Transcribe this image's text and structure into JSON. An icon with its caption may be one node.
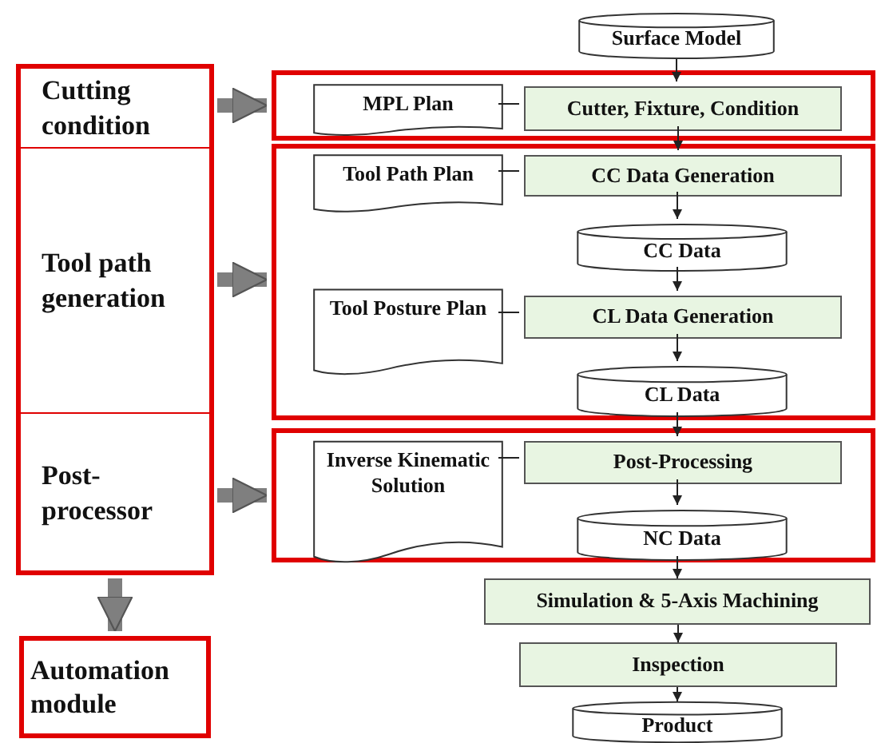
{
  "diagram": {
    "nodes": [
      {
        "text": [
          "Cutting condition"
        ]
      },
      {
        "text": [
          "Tool path generation"
        ]
      },
      {
        "text": [
          "Post- processor"
        ]
      },
      {
        "text": [
          "Automation module"
        ]
      },
      {
        "text": [
          "Surface Model"
        ]
      },
      {
        "text": [],
        "shape": "box"
      },
      {
        "text": [
          "MPL Plan"
        ],
        "in": 5
      },
      {
        "text": [
          "Cutter, Fixture, Condition"
        ],
        "in": 5
      },
      {
        "text": [],
        "shape": "box"
      },
      {
        "text": [
          "Tool Path Plan"
        ],
        "in": 8
      },
      {
        "text": [
          "CC Data Generation"
        ],
        "in": 8
      },
      {
        "text": [
          "CC Data"
        ],
        "in": 8
      },
      {
        "text": [
          "Tool Posture Plan"
        ],
        "in": 8
      },
      {
        "text": [
          "CL Data Generation"
        ],
        "in": 8
      },
      {
        "text": [
          "CL Data"
        ],
        "in": 8
      },
      {
        "text": [],
        "shape": "box"
      },
      {
        "text": [
          "Inverse Kinematic Solution"
        ],
        "in": 15
      },
      {
        "text": [
          "Post-Processing"
        ],
        "in": 15
      },
      {
        "text": [
          "NC Data"
        ],
        "in": 15
      },
      {
        "text": [
          "Simulation & 5-Axis Machining"
        ]
      },
      {
        "text": [
          "Inspection"
        ]
      },
      {
        "text": [
          "Product"
        ]
      }
    ],
    "edges": [
      {
        "from": 0,
        "to": 5,
        "arrow": "to",
        "style": "thick",
        "color": "#7f7f7f"
      },
      {
        "from": 1,
        "to": 8,
        "arrow": "to",
        "style": "thick",
        "color": "#7f7f7f"
      },
      {
        "from": 2,
        "to": 15,
        "arrow": "to",
        "style": "thick",
        "color": "#7f7f7f"
      },
      {
        "from": 2,
        "to": 3,
        "arrow": "to",
        "style": "thick",
        "color": "#7f7f7f"
      },
      {
        "from": 4,
        "to": 7,
        "arrow": "to"
      },
      {
        "from": 6,
        "to": 7,
        "arrow": "none"
      },
      {
        "from": 7,
        "to": 10,
        "arrow": "to"
      },
      {
        "from": 9,
        "to": 10,
        "arrow": "none"
      },
      {
        "from": 10,
        "to": 11,
        "arrow": "to"
      },
      {
        "from": 11,
        "to": 13,
        "arrow": "to"
      },
      {
        "from": 12,
        "to": 13,
        "arrow": "none"
      },
      {
        "from": 13,
        "to": 14,
        "arrow": "to"
      },
      {
        "from": 14,
        "to": 17,
        "arrow": "to"
      },
      {
        "from": 16,
        "to": 17,
        "arrow": "none"
      },
      {
        "from": 17,
        "to": 18,
        "arrow": "to"
      },
      {
        "from": 18,
        "to": 19,
        "arrow": "to"
      },
      {
        "from": 19,
        "to": 20,
        "arrow": "to"
      },
      {
        "from": 20,
        "to": 21,
        "arrow": "to"
      }
    ]
  }
}
